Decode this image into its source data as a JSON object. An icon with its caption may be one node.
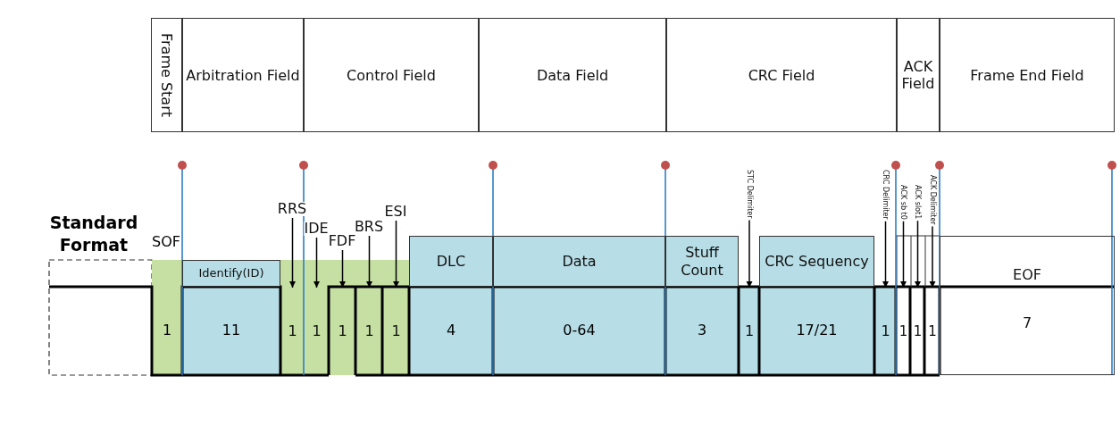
{
  "diagram": {
    "nodes": [
      {
        "text": [
          "Identify(ID)"
        ]
      },
      {
        "text": [
          "RRS"
        ]
      },
      {
        "text": [
          "IDE"
        ]
      },
      {
        "text": [
          "FDF"
        ]
      },
      {
        "text": [
          "BRS"
        ]
      },
      {
        "text": [
          "ESI"
        ]
      },
      {
        "text": [
          "DLC"
        ]
      },
      {
        "text": [
          "Data"
        ]
      },
      {
        "text": [
          "Stuff Count"
        ]
      },
      {
        "text": [
          "STC Delimiter"
        ]
      },
      {
        "text": [
          "CRC Sequency"
        ]
      },
      {
        "text": [
          "CRC Delimiter"
        ]
      },
      {
        "text": [
          "ACK sb t0"
        ]
      },
      {
        "text": [
          "ACK slot1"
        ]
      },
      {
        "text": [
          "ACK Delimiter"
        ]
      },
      {
        "text": [
          "EOF",
          "7"
        ]
      },
      {
        "text": [
          "1"
        ]
      },
      {
        "text": [
          "1"
        ]
      },
      {
        "text": [
          "1"
        ]
      },
      {
        "text": [
          "1"
        ]
      },
      {
        "text": [
          "1"
        ]
      },
      {
        "text": [
          "1"
        ]
      },
      {
        "text": [
          "1"
        ]
      },
      {
        "text": [
          "1"
        ]
      },
      {
        "text": [
          "1"
        ]
      },
      {
        "text": [
          "1"
        ]
      }
    ],
    "edges": [
      {
        "from": 1,
        "to": 16,
        "arrow": "to"
      },
      {
        "from": 2,
        "to": 17,
        "arrow": "to"
      },
      {
        "from": 3,
        "to": 18,
        "arrow": "to"
      },
      {
        "from": 4,
        "to": 19,
        "arrow": "to"
      },
      {
        "from": 5,
        "to": 20,
        "arrow": "to"
      },
      {
        "from": 9,
        "to": 21,
        "arrow": "to"
      },
      {
        "from": 11,
        "to": 22,
        "arrow": "to"
      },
      {
        "from": 12,
        "to": 23,
        "arrow": "to"
      },
      {
        "from": 13,
        "to": 24,
        "arrow": "to"
      },
      {
        "from": 14,
        "to": 25,
        "arrow": "to"
      }
    ],
    "labels": [
      "Frame Start",
      "Arbitration Field",
      "Control Field",
      "Data Field",
      "CRC Field",
      "ACK Field",
      "Frame End Field",
      "Standard Format",
      "SOF",
      "1",
      "11",
      "4",
      "0-64",
      "3",
      "17/21"
    ]
  }
}
